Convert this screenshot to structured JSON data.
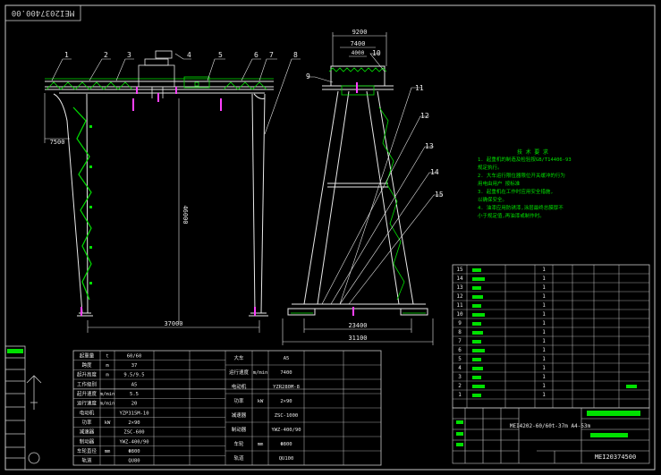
{
  "drawing": {
    "stamp_code": "MEI2037400.00",
    "title_code": "MEI20374500",
    "crane_label": "MEI4202-60/60t-37m A4-53m",
    "overall_span": "37000",
    "height_dim": "46000",
    "left_cantilever": "7500",
    "side_top_width": "9200",
    "side_inner_width": "7400",
    "side_rail_gauge": "4000",
    "base_inner": "23400",
    "base_outer": "31100",
    "part_numbers": [
      "1",
      "2",
      "3",
      "4",
      "5",
      "6",
      "7",
      "8",
      "9",
      "10",
      "11",
      "12",
      "13",
      "14",
      "15"
    ],
    "notes_title": "技 术 要 求",
    "notes": [
      "1. 起重机的制造及检验按GB/T14406-93",
      "   规定执行。",
      "2. 大车运行限位器限位开关缓冲的行为",
      "   用电由用户 按标准",
      "3. 起重机在工作时应用安全措施,",
      "   以确保安全。",
      "4. 油漆应用防锈漆,涂层最终总膜厚不",
      "   小于规定值,再油漆或制作时。"
    ],
    "bom_rows": [
      "15",
      "14",
      "13",
      "12",
      "11",
      "10",
      "9",
      "8",
      "7",
      "6",
      "5",
      "4",
      "3",
      "2",
      "1"
    ],
    "spec_left": [
      [
        "起重量",
        "t",
        "60/60"
      ],
      [
        "跨度",
        "m",
        "37"
      ],
      [
        "起升高度",
        "m",
        "9.5/9.5"
      ],
      [
        "工作级别",
        "",
        "A5"
      ],
      [
        "起升速度",
        "m/min",
        "5.5"
      ],
      [
        "运行速度",
        "m/min",
        "20"
      ],
      [
        "电动机",
        "",
        "YZP315M-10"
      ],
      [
        "功率",
        "kW",
        "2×90"
      ],
      [
        "减速器",
        "",
        "ZSC-600"
      ],
      [
        "制动器",
        "",
        "YWZ-400/90"
      ],
      [
        "车轮直径",
        "mm",
        "Φ800"
      ],
      [
        "轨道",
        "",
        "QU80"
      ]
    ],
    "spec_right": [
      [
        "大车",
        "",
        "A5"
      ],
      [
        "运行速度",
        "m/min",
        "7400"
      ],
      [
        "电动机",
        "",
        "YZR280M-8"
      ],
      [
        "功率",
        "kW",
        "2×90"
      ],
      [
        "减速器",
        "",
        "ZSC-1000"
      ],
      [
        "制动器",
        "",
        "YWZ-400/90"
      ],
      [
        "车轮",
        "mm",
        "Φ800"
      ],
      [
        "轨道",
        "",
        "QU100"
      ]
    ]
  }
}
